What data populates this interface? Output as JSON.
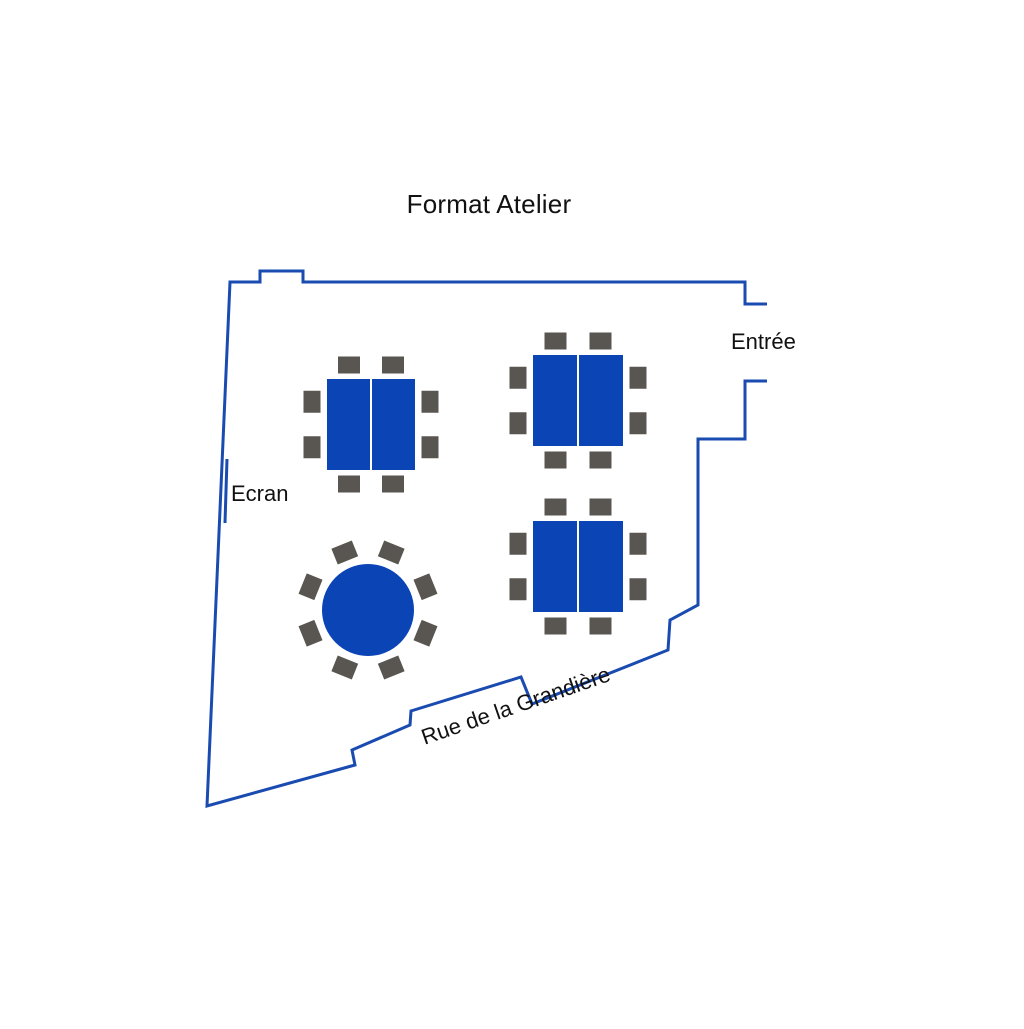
{
  "title": "Format Atelier",
  "labels": {
    "entree": "Entrée",
    "ecran": "Ecran",
    "street": "Rue de la Grandière"
  },
  "colors": {
    "wall": "#1a4bb0",
    "table": "#0b44b5",
    "chair": "#595550",
    "text": "#111111"
  },
  "layout": {
    "rect_tables": 3,
    "round_tables": 1,
    "chairs_per_table": 8
  }
}
